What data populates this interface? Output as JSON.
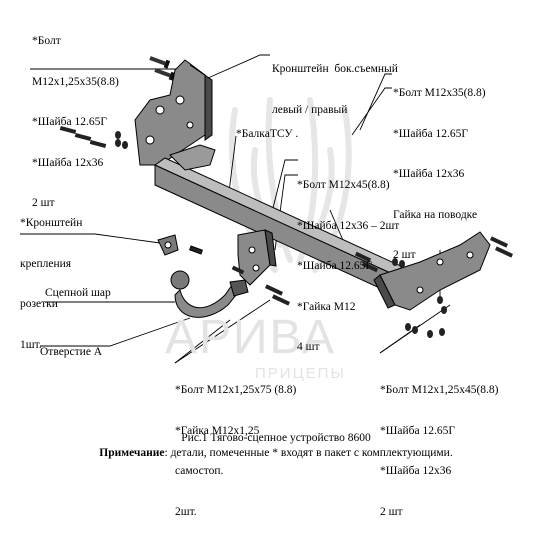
{
  "labels": {
    "bolt_top_left": [
      "*Болт",
      "М12х1,25х35(8.8)",
      "*Шайба 12.65Г",
      "*Шайба 12х36",
      "2 шт"
    ],
    "bracket_side": [
      "Кронштейн  бок.съемный",
      "левый / правый"
    ],
    "bolt_top_right": [
      "*Болт М12х35(8.8)",
      "*Шайба 12.65Г",
      "*Шайба 12х36",
      "Гайка на поводке",
      "2 шт"
    ],
    "beam": "*БалкаТСУ .",
    "bolt_middle": [
      "*Болт М12х45(8.8)",
      "*Шайба 12х36 – 2шт",
      "*Шайба 12.65Г",
      "*Гайка М12",
      "4 шт"
    ],
    "socket_bracket": [
      "*Кронштейн",
      "крепления",
      "розетки",
      "1шт."
    ],
    "ball": "Сцепной шар",
    "hole": "Отверстие А",
    "bolt_bottom_left": [
      "*Болт М12х1,25х75 (8.8)",
      "*Гайка М12х1,25",
      "самостоп.",
      "2шт."
    ],
    "bolt_bottom_right": [
      "*Болт М12х1,25х45(8.8)",
      "*Шайба 12.65Г",
      "*Шайба 12х36",
      "2 шт"
    ]
  },
  "caption": "Рис.1 Тягово-сцепное устройство 8600",
  "note_bold": "Примечание",
  "note_rest": ": детали, помеченные * входят в пакет с комплектующими.",
  "watermark": {
    "brand": "АРИВА",
    "sub": "ПРИЦЕПЫ"
  },
  "colors": {
    "line": "#000000",
    "part_fill": "#808080",
    "part_dark": "#3a3a3a",
    "watermark": "#e2e2e2"
  }
}
